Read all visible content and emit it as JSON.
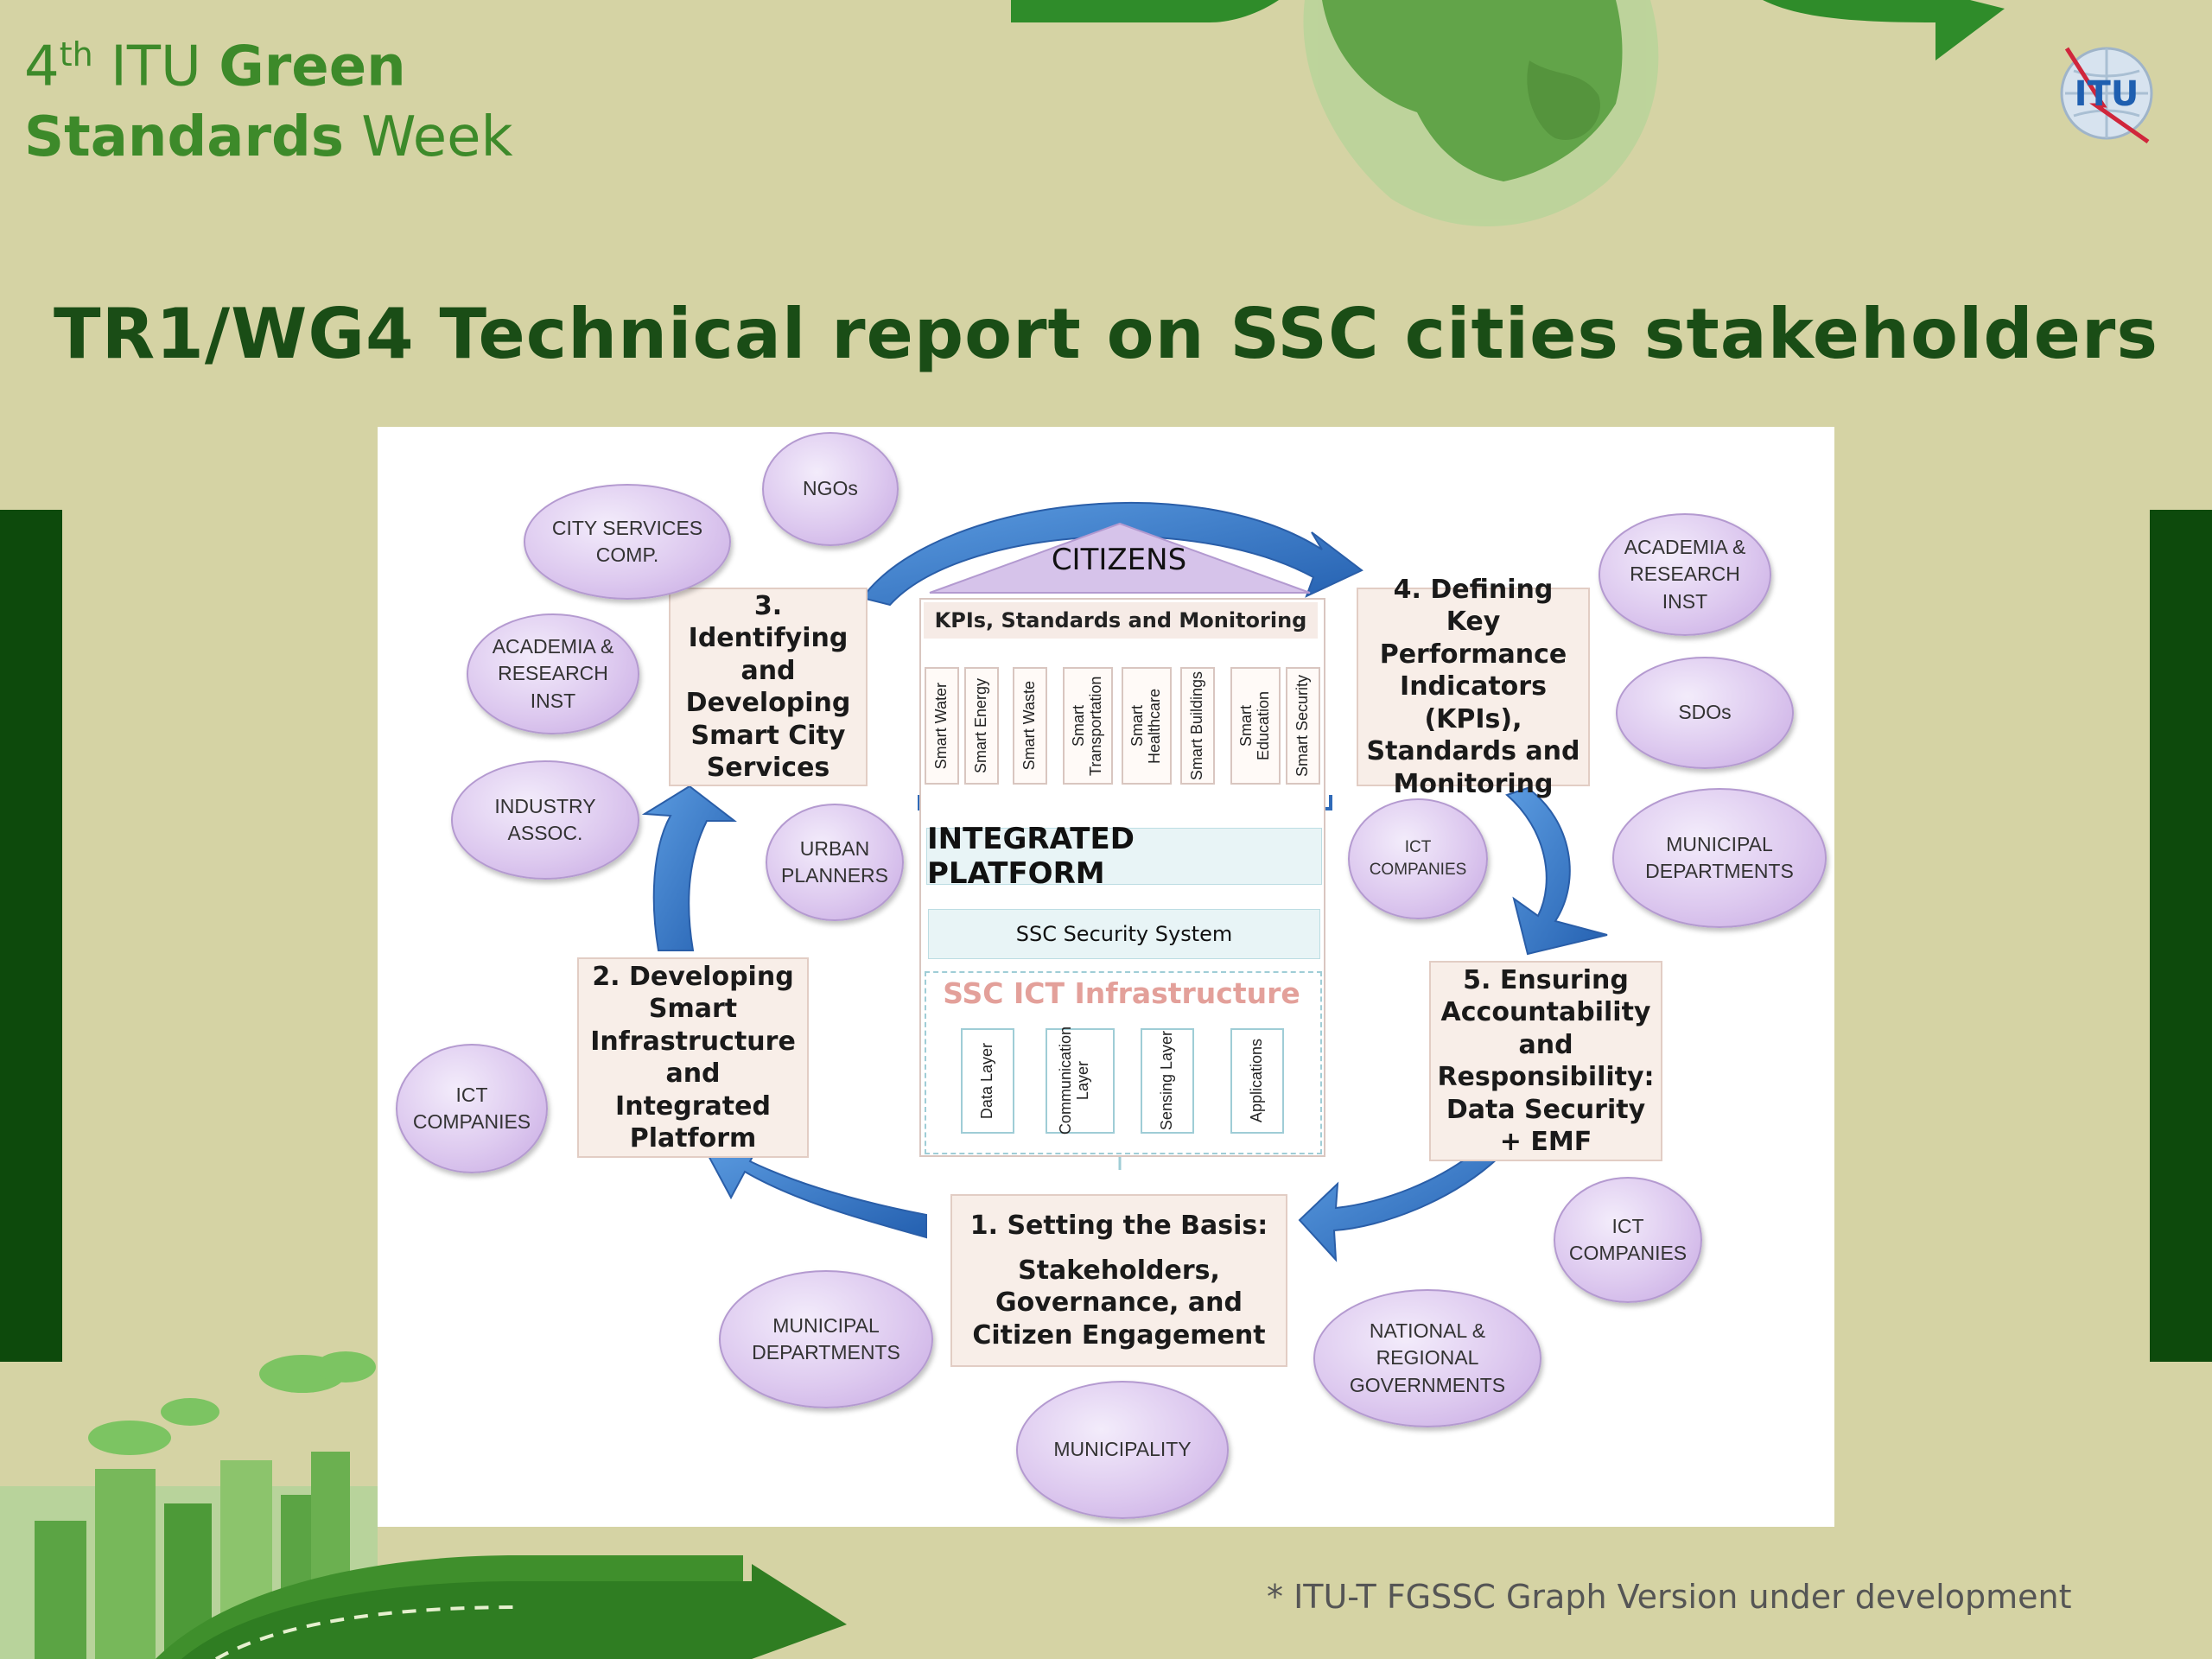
{
  "event": {
    "ordinal": "4",
    "ordinal_suffix": "th",
    "itu": "ITU",
    "green": "Green",
    "standards": "Standards",
    "week": "Week"
  },
  "logo": {
    "text": "ITU"
  },
  "slide_title": "TR1/WG4 Technical report on SSC cities stakeholders",
  "footnote": "* ITU-T FGSSC Graph Version under development",
  "diagram": {
    "citizens": "CITIZENS",
    "kpi_bar": "KPIs, Standards and Monitoring",
    "services": [
      "Smart Water",
      "Smart Energy",
      "Smart Waste",
      "Smart Transportation",
      "Smart Healthcare",
      "Smart Buildings",
      "Smart Education",
      "Smart Security"
    ],
    "integrated_platform": "INTEGRATED PLATFORM",
    "security_system": "SSC Security System",
    "ict_infrastructure": "SSC ICT Infrastructure",
    "layers": [
      "Data Layer",
      "Communication Layer",
      "Sensing Layer",
      "Applications"
    ],
    "steps": {
      "step1_title": "1. Setting the Basis:",
      "step1_body": "Stakeholders, Governance, and Citizen Engagement",
      "step2": "2. Developing Smart Infrastructure and Integrated Platform",
      "step3": "3. Identifying and Developing Smart City Services",
      "step4": "4. Defining Key Performance Indicators (KPIs), Standards and Monitoring",
      "step5": "5. Ensuring Accountability and Responsibility: Data Security + EMF"
    },
    "stakeholders": {
      "ngos": "NGOs",
      "city_services": "CITY SERVICES COMP.",
      "academia_left": "ACADEMIA & RESEARCH INST",
      "industry_assoc": "INDUSTRY ASSOC.",
      "urban_planners": "URBAN PLANNERS",
      "ict_left": "ICT COMPANIES",
      "municipal_left": "MUNICIPAL DEPARTMENTS",
      "municipality": "MUNICIPALITY",
      "national_regional": "NATIONAL & REGIONAL GOVERNMENTS",
      "ict_bottom_right": "ICT COMPANIES",
      "academia_right": "ACADEMIA & RESEARCH INST",
      "sdos": "SDOs",
      "ict_center_right": "ICT COMPANIES",
      "municipal_right": "MUNICIPAL DEPARTMENTS"
    }
  }
}
